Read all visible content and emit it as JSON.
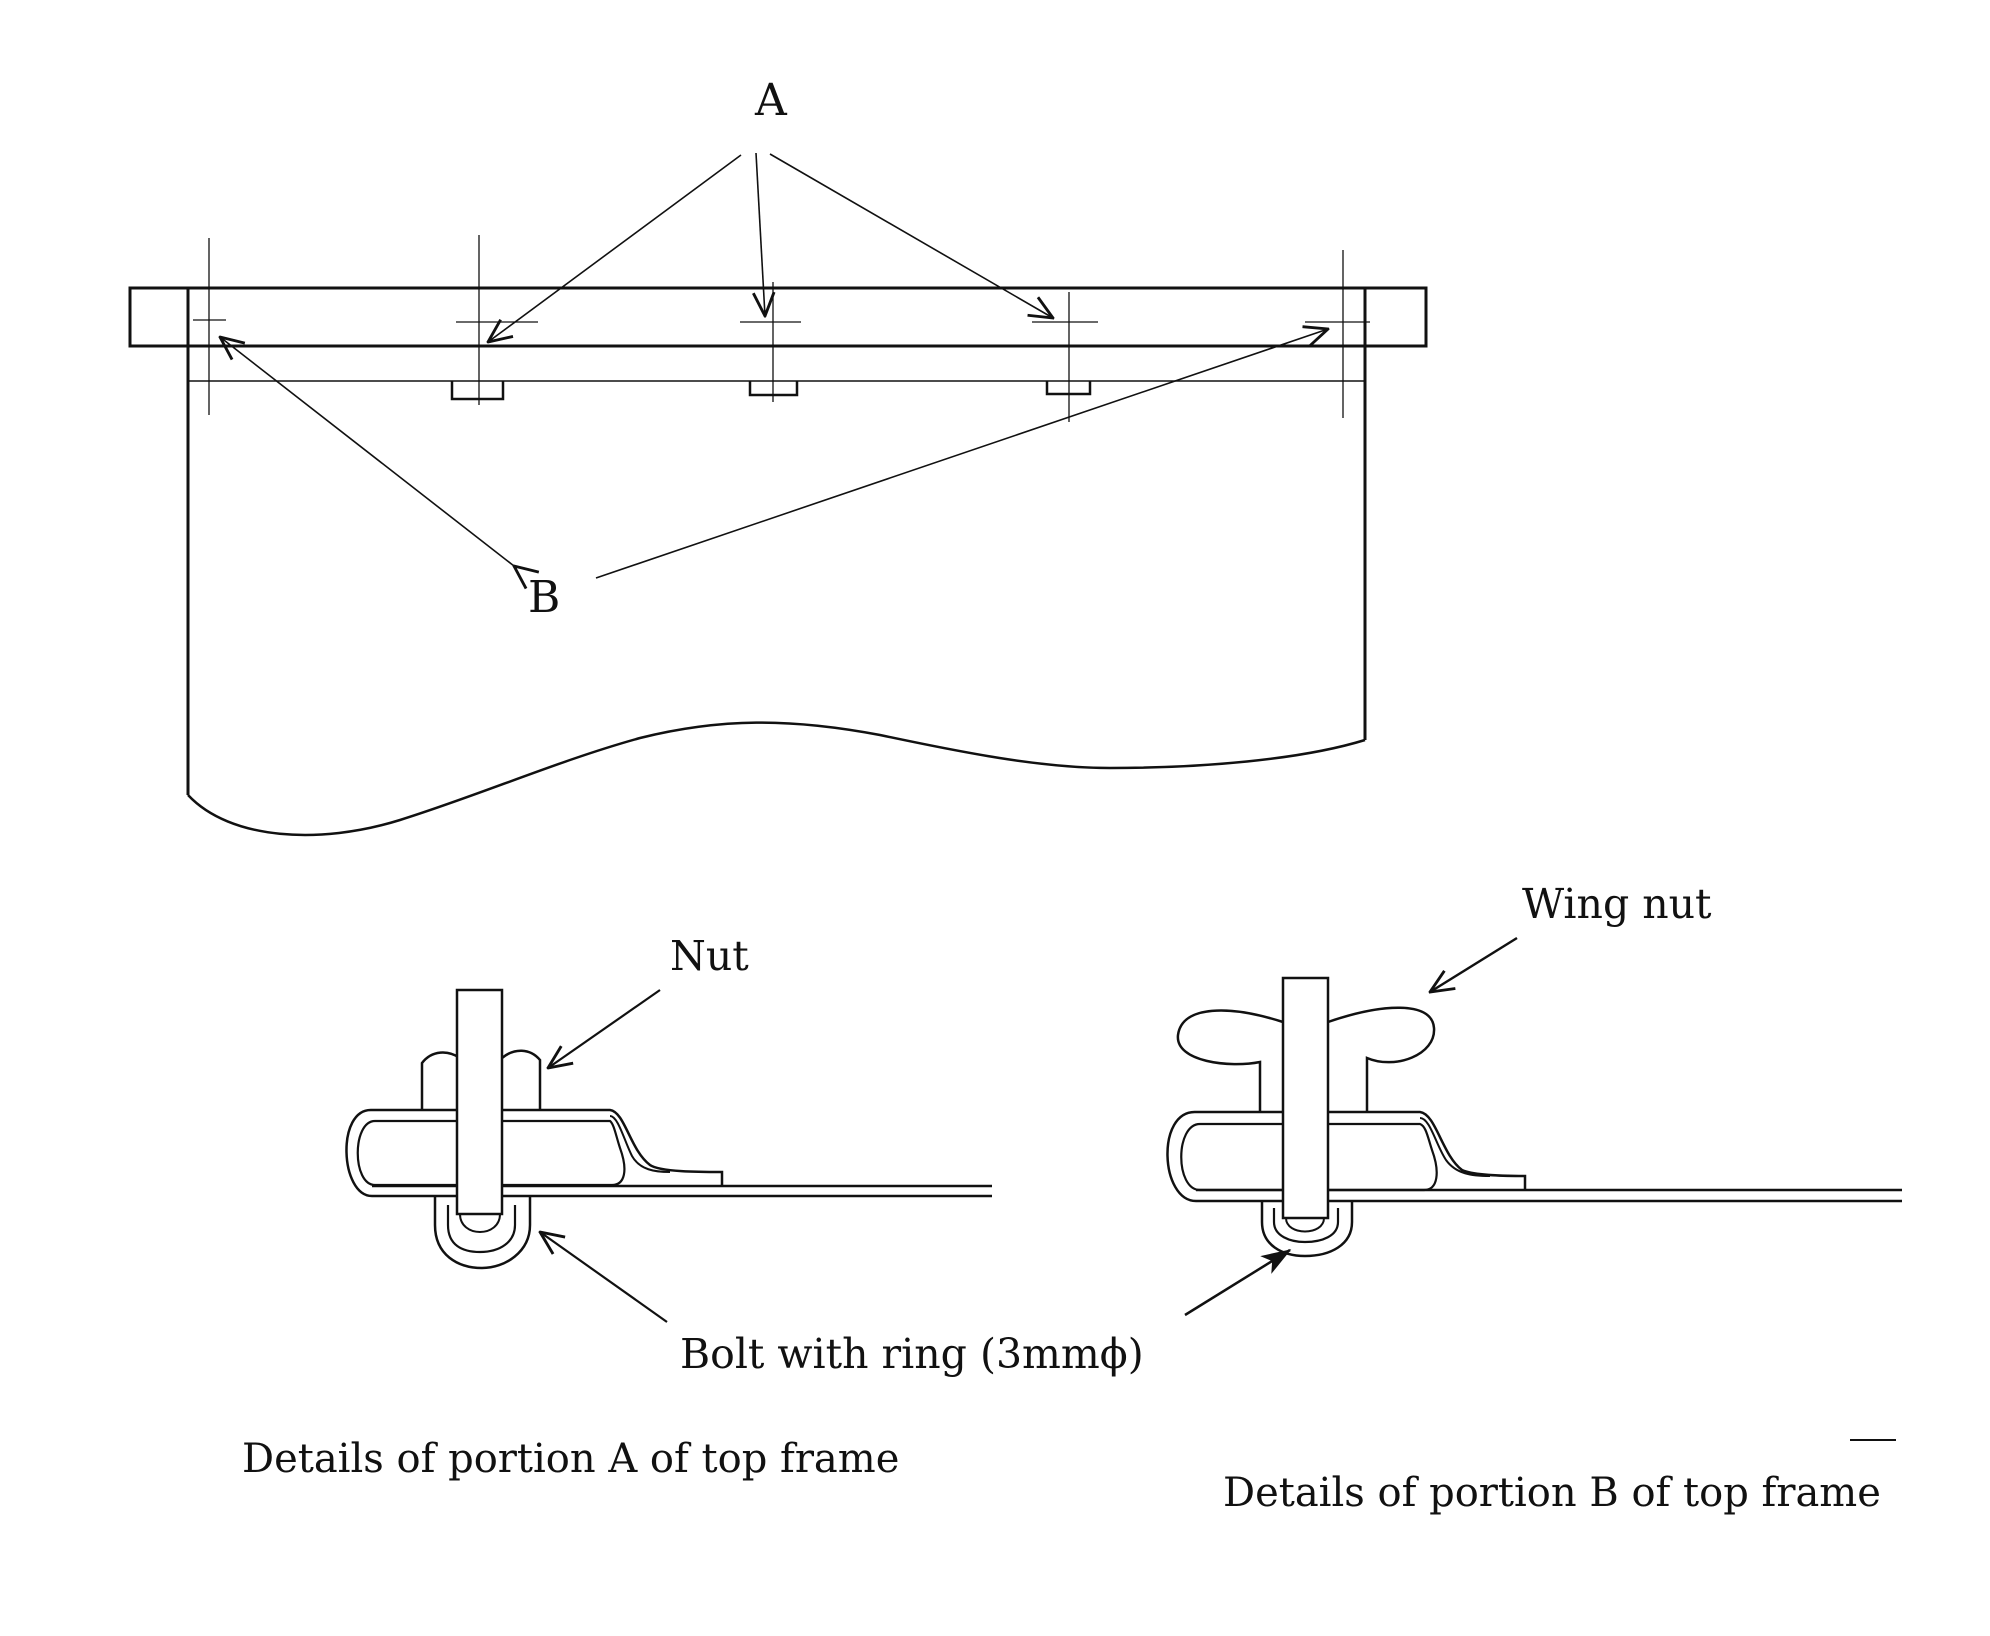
{
  "colors": {
    "ink": "#111111",
    "background": "#ffffff"
  },
  "labels": {
    "a": "A",
    "b": "B",
    "nut": "Nut",
    "wing_nut": "Wing nut",
    "bolt": "Bolt with ring (3mmϕ)"
  },
  "captions": {
    "portion_a": "Details of portion A of top frame",
    "portion_b": "Details of portion B of top frame"
  }
}
